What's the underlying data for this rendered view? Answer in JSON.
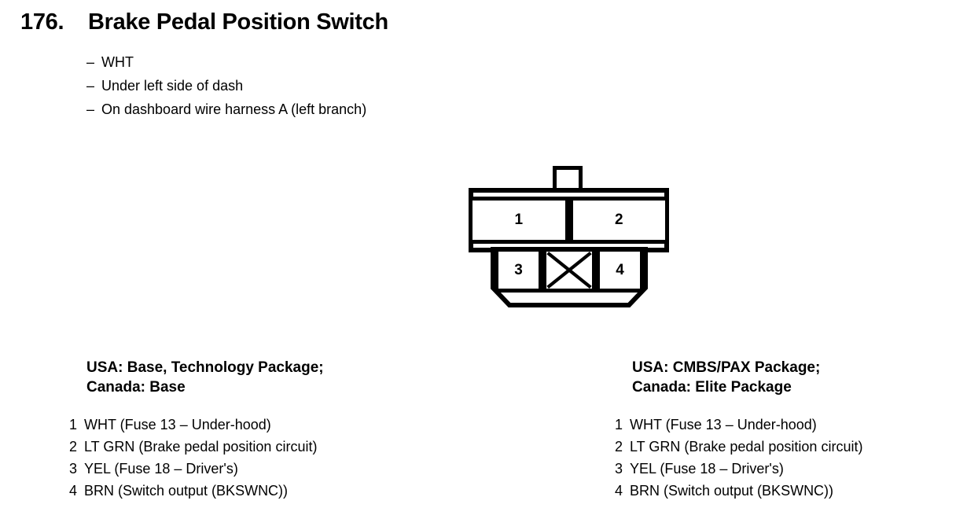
{
  "header": {
    "number": "176.",
    "title": "Brake Pedal Position Switch",
    "specs": [
      "WHT",
      "Under left side of dash",
      "On dashboard wire harness A (left branch)"
    ],
    "dash": "–"
  },
  "connector": {
    "upper_pins": [
      "1",
      "2"
    ],
    "lower_pins": [
      "3",
      "4"
    ],
    "blank_cell_marker": "x-crossed-blank-cavity"
  },
  "packages": [
    {
      "heading_line1": "USA: Base, Technology Package;",
      "heading_line2": "Canada: Base",
      "pins": [
        {
          "num": "1",
          "text": "WHT (Fuse 13 – Under-hood)"
        },
        {
          "num": "2",
          "text": "LT GRN (Brake pedal position circuit)"
        },
        {
          "num": "3",
          "text": "YEL (Fuse 18 – Driver's)"
        },
        {
          "num": "4",
          "text": "BRN (Switch output (BKSWNC))"
        }
      ]
    },
    {
      "heading_line1": "USA: CMBS/PAX Package;",
      "heading_line2": "Canada: Elite Package",
      "pins": [
        {
          "num": "1",
          "text": "WHT (Fuse 13 – Under-hood)"
        },
        {
          "num": "2",
          "text": "LT GRN (Brake pedal position circuit)"
        },
        {
          "num": "3",
          "text": "YEL (Fuse 18 – Driver's)"
        },
        {
          "num": "4",
          "text": "BRN (Switch output (BKSWNC))"
        }
      ]
    }
  ],
  "colors": {
    "ink": "#000000",
    "paper": "#ffffff"
  }
}
